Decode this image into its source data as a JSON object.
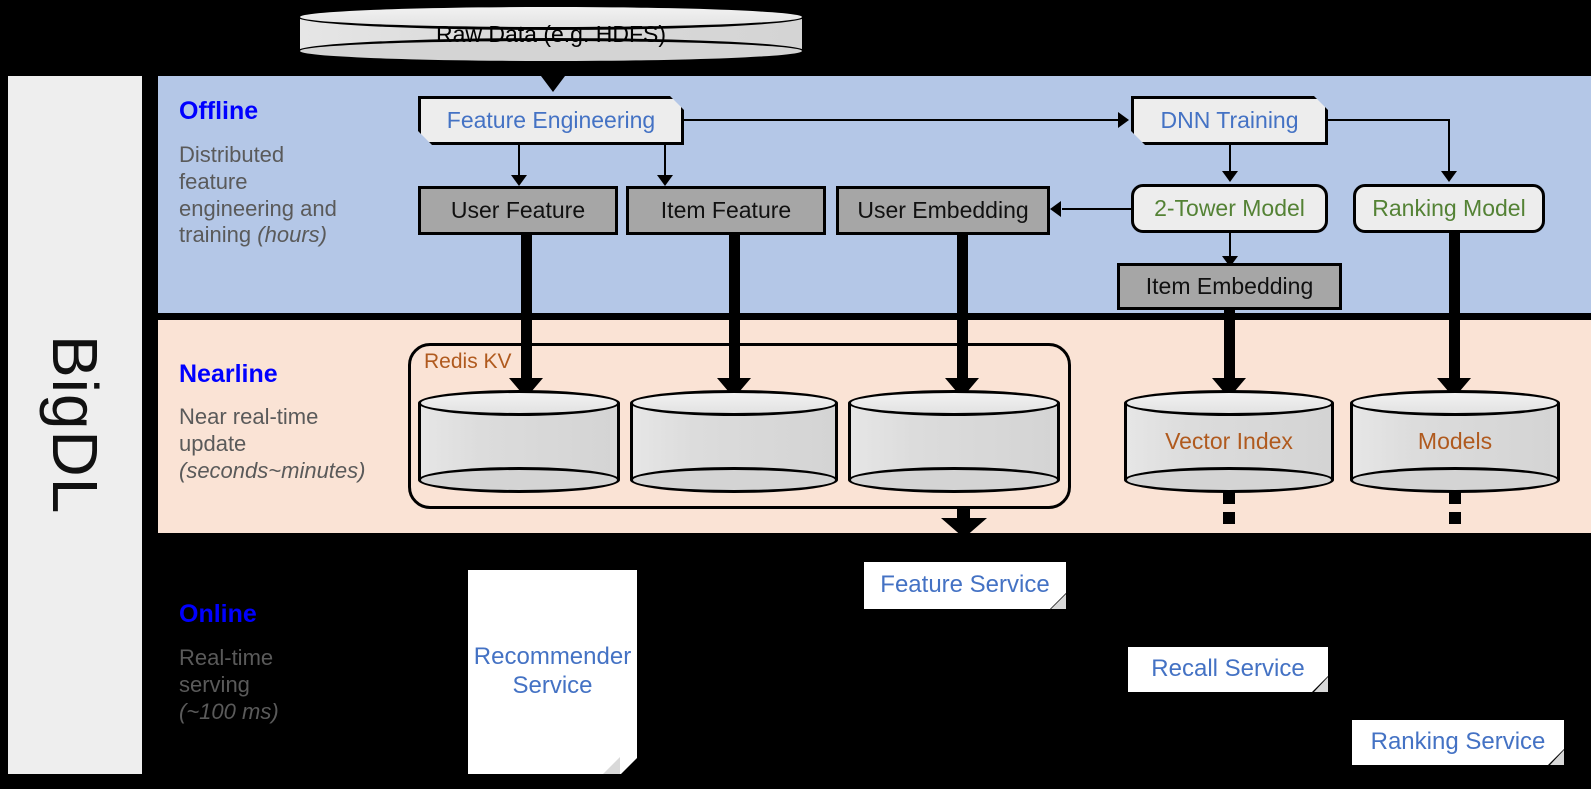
{
  "platform": {
    "name": "BigDL"
  },
  "top_source": {
    "label": "Raw Data (e.g. HDFS)"
  },
  "bands": [
    {
      "id": "offline",
      "title": "Offline",
      "description_line1": "Distributed",
      "description_line2": "feature",
      "description_line3": "engineering and",
      "description_line4": "training ",
      "description_emphasis": "(hours)",
      "background": "#b4c7e7"
    },
    {
      "id": "nearline",
      "title": "Nearline",
      "description_line1": "Near real-time",
      "description_line2": "update",
      "description_emphasis": "(seconds~minutes)",
      "background": "#fae3d5"
    },
    {
      "id": "online",
      "title": "Online",
      "description_line1": "Real-time",
      "description_line2": "serving",
      "description_emphasis": "(~100 ms)",
      "background": "#000000"
    }
  ],
  "offline_nodes": {
    "feature_engineering": "Feature Engineering",
    "dnn_training": "DNN Training",
    "user_feature": "User Feature",
    "item_feature": "Item Feature",
    "user_embedding": "User Embedding",
    "two_tower_model": "2-Tower Model",
    "ranking_model": "Ranking Model",
    "item_embedding": "Item Embedding"
  },
  "nearline_nodes": {
    "redis_kv": "Redis KV",
    "store_user_feature": "",
    "store_item_feature": "",
    "store_user_embedding": "",
    "vector_index": "Vector Index",
    "models": "Models"
  },
  "online_nodes": {
    "recommender_service_line1": "Recommender",
    "recommender_service_line2": "Service",
    "feature_service": "Feature Service",
    "recall_service": "Recall Service",
    "ranking_service": "Ranking Service"
  },
  "colors": {
    "offline_band": "#b4c7e7",
    "nearline_band": "#fae3d5",
    "online_band": "#000000",
    "band_title": "#0000ff",
    "band_description": "#5a5a5a",
    "process_text": "#4472c4",
    "model_text": "#548235",
    "store_text": "#b05a1e",
    "data_box_fill": "#a6a6a6",
    "rail_fill": "#eeeeee"
  }
}
